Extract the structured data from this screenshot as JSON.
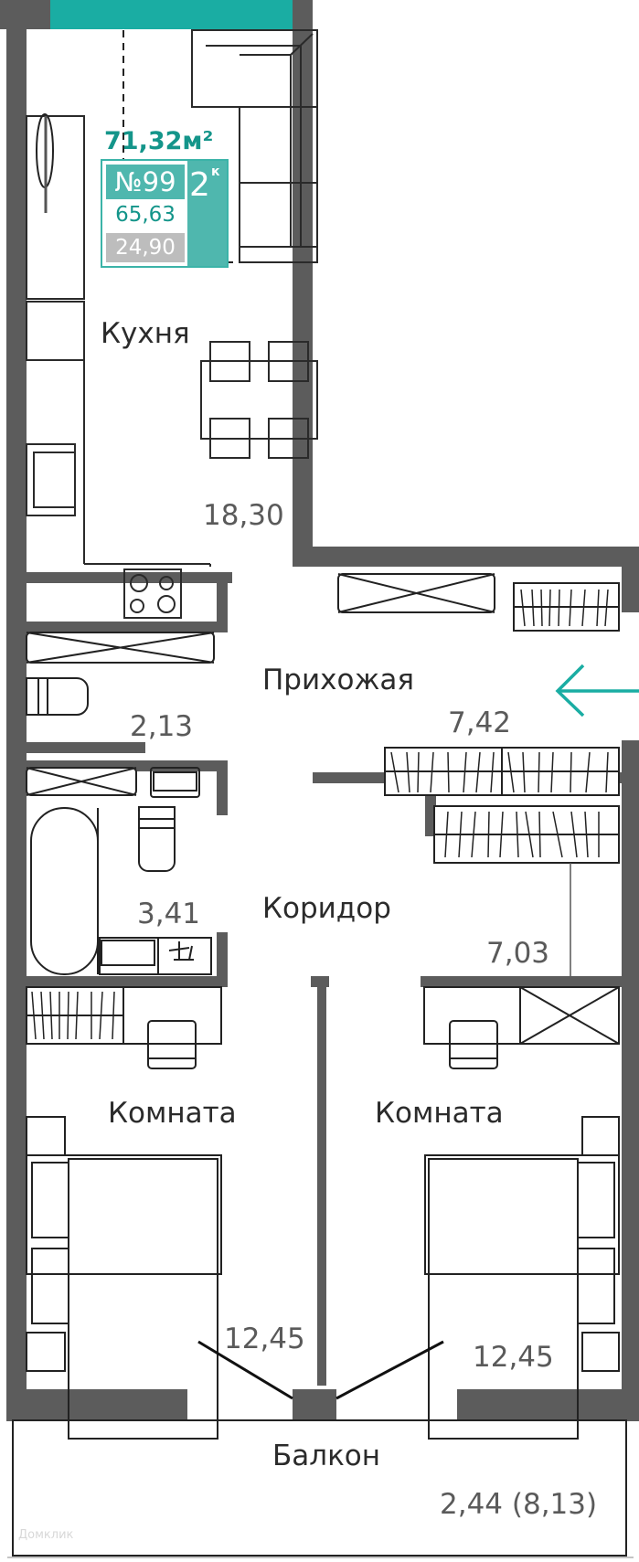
{
  "apartment": {
    "total_area": "71,32м²",
    "number": "№99",
    "living_area": "65,63",
    "kitchen_area_badge": "24,90",
    "rooms_count": "2",
    "rooms_suffix": "к"
  },
  "rooms": [
    {
      "name": "Кухня",
      "area": "18,30"
    },
    {
      "name": "",
      "area": "2,13"
    },
    {
      "name": "Прихожая",
      "area": "7,42"
    },
    {
      "name": "",
      "area": "3,41"
    },
    {
      "name": "Коридор",
      "area": "7,03"
    },
    {
      "name": "Комната",
      "area": "12,45"
    },
    {
      "name": "Комната",
      "area": "12,45"
    },
    {
      "name": "Балкон",
      "area": "2,44 (8,13)"
    }
  ],
  "entrance": {
    "icon": "arrow-left-icon"
  },
  "colors": {
    "wall": "#5c5c5c",
    "accent": "#14958a",
    "badge_fill": "#4fb7ae",
    "window": "#1aada3",
    "badge_grey": "#bdbdbd"
  },
  "watermark": "Домклик"
}
